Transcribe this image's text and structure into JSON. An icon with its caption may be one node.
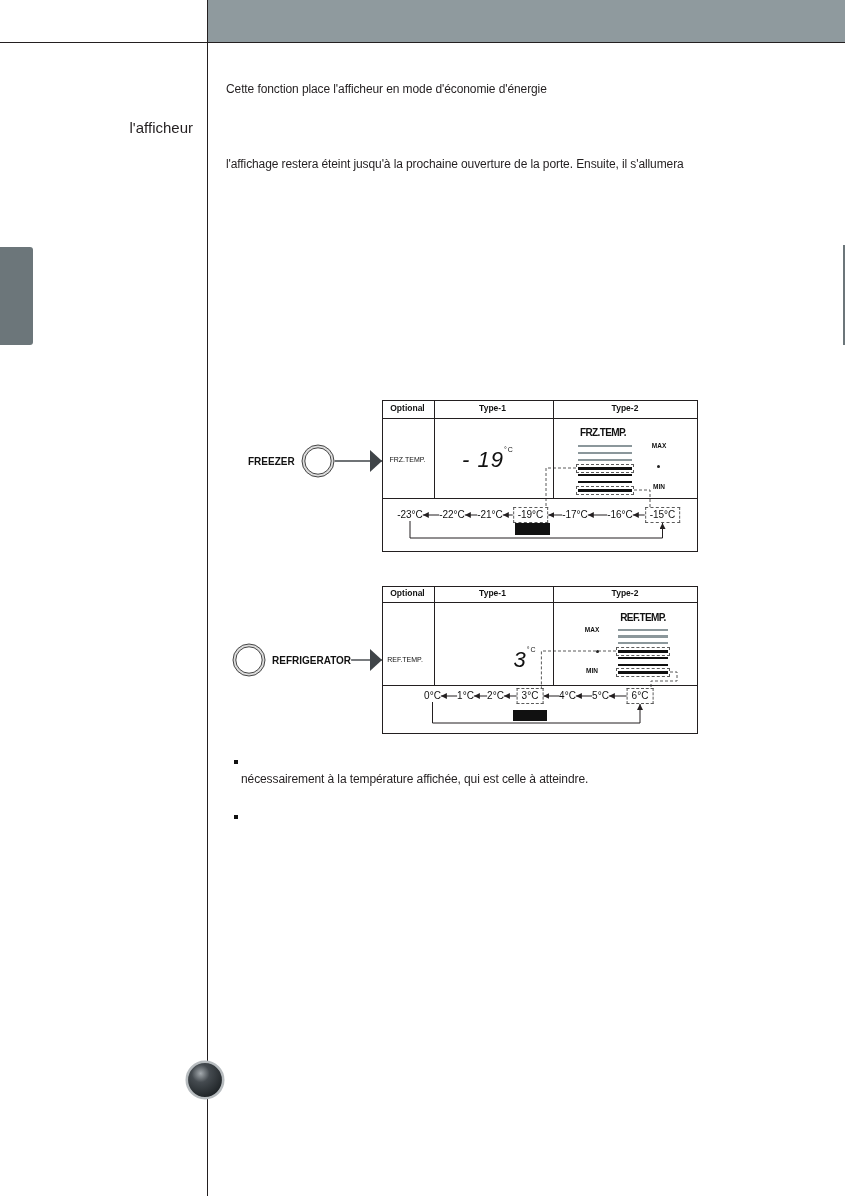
{
  "diagram": {
    "nodes": [
      {
        "text": [],
        "shape": "tab"
      },
      {
        "text": [],
        "shape": "tab"
      },
      {
        "text": [
          "FREEZER"
        ]
      },
      {
        "text": [],
        "shape": "box"
      },
      {
        "text": [],
        "shape": "bar",
        "in": 3
      },
      {
        "text": [],
        "shape": "bar",
        "in": 3
      },
      {
        "text": [],
        "shape": "bar",
        "in": 3
      },
      {
        "text": [],
        "shape": "bar",
        "in": 3
      },
      {
        "text": [],
        "shape": "bar",
        "in": 3
      },
      {
        "text": [],
        "shape": "bar",
        "in": 3
      },
      {
        "text": [],
        "shape": "bar",
        "in": 3
      },
      {
        "text": [
          "-23°C"
        ],
        "in": 3
      },
      {
        "text": [
          "-22°C"
        ],
        "in": 3
      },
      {
        "text": [
          "-21°C"
        ],
        "in": 3
      },
      {
        "text": [
          "-19°C"
        ],
        "in": 3
      },
      {
        "text": [
          "-17°C"
        ],
        "in": 3
      },
      {
        "text": [
          "-16°C"
        ],
        "in": 3
      },
      {
        "text": [
          "-15°C"
        ],
        "in": 3
      },
      {
        "text": [
          "REFRIGERATOR"
        ]
      },
      {
        "text": [],
        "shape": "box"
      },
      {
        "text": [],
        "shape": "bar",
        "in": 19
      },
      {
        "text": [],
        "shape": "bar",
        "in": 19
      },
      {
        "text": [],
        "shape": "bar",
        "in": 19
      },
      {
        "text": [],
        "shape": "bar",
        "in": 19
      },
      {
        "text": [],
        "shape": "bar",
        "in": 19
      },
      {
        "text": [],
        "shape": "bar",
        "in": 19
      },
      {
        "text": [],
        "shape": "bar",
        "in": 19
      },
      {
        "text": [
          "0°C"
        ],
        "in": 19
      },
      {
        "text": [
          "1°C"
        ],
        "in": 19
      },
      {
        "text": [
          "2°C"
        ],
        "in": 19
      },
      {
        "text": [
          "3°C"
        ],
        "in": 19
      },
      {
        "text": [
          "4°C"
        ],
        "in": 19
      },
      {
        "text": [
          "5°C"
        ],
        "in": 19
      },
      {
        "text": [
          "6°C"
        ],
        "in": 19
      }
    ],
    "edges": [
      {
        "from": 2,
        "to": 3,
        "arrow": "to",
        "color": "#3f4448"
      },
      {
        "from": 12,
        "to": 11,
        "arrow": "to"
      },
      {
        "from": 13,
        "to": 12,
        "arrow": "to"
      },
      {
        "from": 14,
        "to": 13,
        "arrow": "to"
      },
      {
        "from": 15,
        "to": 14,
        "arrow": "to"
      },
      {
        "from": 16,
        "to": 15,
        "arrow": "to"
      },
      {
        "from": 17,
        "to": 16,
        "arrow": "to"
      },
      {
        "from": 11,
        "to": 17,
        "arrow": "to"
      },
      {
        "from": 7,
        "to": 14,
        "arrow": "none",
        "style": "dashed",
        "color": "#5b5b5b"
      },
      {
        "from": 10,
        "to": 17,
        "arrow": "none",
        "style": "dashed",
        "color": "#5b5b5b"
      },
      {
        "from": 18,
        "to": 19,
        "arrow": "to",
        "color": "#3f4448"
      },
      {
        "from": 28,
        "to": 27,
        "arrow": "to"
      },
      {
        "from": 29,
        "to": 28,
        "arrow": "to"
      },
      {
        "from": 30,
        "to": 29,
        "arrow": "to"
      },
      {
        "from": 31,
        "to": 30,
        "arrow": "to"
      },
      {
        "from": 32,
        "to": 31,
        "arrow": "to"
      },
      {
        "from": 33,
        "to": 32,
        "arrow": "to"
      },
      {
        "from": 27,
        "to": 33,
        "arrow": "to"
      },
      {
        "from": 23,
        "to": 30,
        "arrow": "none",
        "style": "dashed",
        "color": "#5b5b5b"
      },
      {
        "from": 26,
        "to": 33,
        "arrow": "none",
        "style": "dashed",
        "color": "#5b5b5b"
      }
    ],
    "labels": [
      "l'afficheur",
      "Cette fonction place l'afficheur en mode d'économie d'énergie",
      "l'affichage restera éteint jusqu'à la prochaine ouverture de la porte. Ensuite, il s'allumera",
      "Optional",
      "Type-1",
      "Type-2",
      "FRZ.TEMP.",
      "- 19$^{°C}$",
      "FRZ.TEMP.",
      "MAX",
      "MIN",
      "Optional",
      "Type-1",
      "Type-2",
      "REF.TEMP.",
      "3$^{°C}$",
      "REF.TEMP.",
      "MAX",
      "MIN",
      "nécessairement à la température affichée, qui est celle à atteindre."
    ]
  }
}
